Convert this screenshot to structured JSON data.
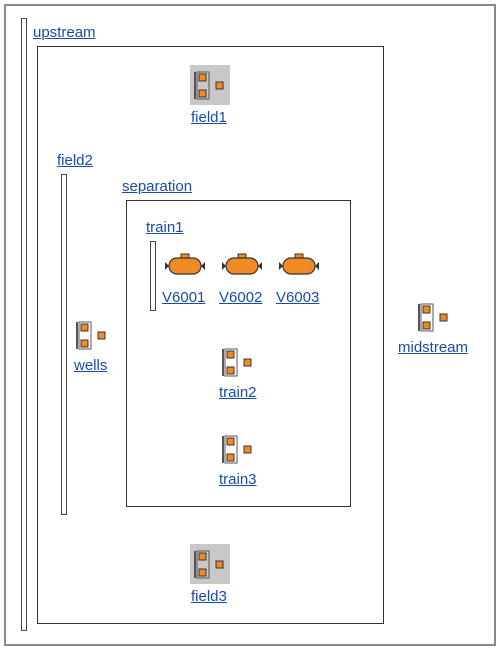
{
  "hierarchy": {
    "upstream": {
      "label": "upstream"
    },
    "field1": {
      "label": "field1"
    },
    "field2": {
      "label": "field2"
    },
    "wells": {
      "label": "wells"
    },
    "separation": {
      "label": "separation"
    },
    "train1": {
      "label": "train1",
      "vessels": [
        {
          "label": "V6001"
        },
        {
          "label": "V6002"
        },
        {
          "label": "V6003"
        }
      ]
    },
    "train2": {
      "label": "train2"
    },
    "train3": {
      "label": "train3"
    },
    "field3": {
      "label": "field3"
    },
    "midstream": {
      "label": "midstream"
    }
  },
  "colors": {
    "accent": "#f08a24",
    "link": "#1a4ba8",
    "icon_bg": "#c8c8c8",
    "frame_border": "#8a8a8a"
  },
  "icons": {
    "node": "collapsed-node-icon",
    "vessel": "horizontal-vessel-icon"
  }
}
